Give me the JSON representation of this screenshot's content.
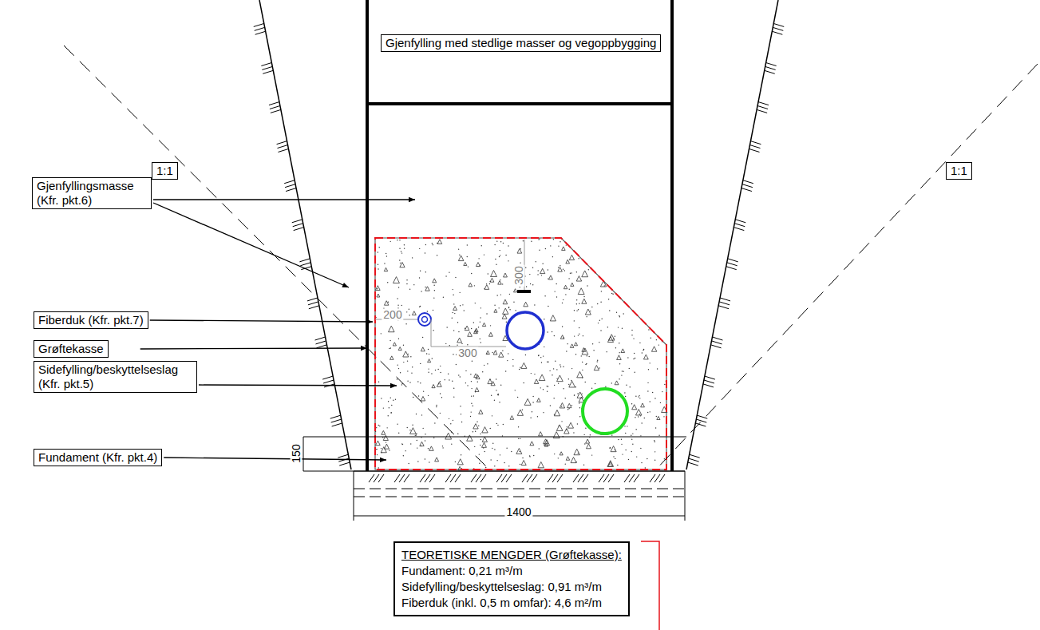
{
  "diagram": {
    "nodes": [
      {
        "text": [
          "Gjenfylling med stedlige masser og vegoppbygging"
        ]
      },
      {
        "text": [
          "1:1"
        ]
      },
      {
        "text": [
          "1:1"
        ]
      },
      {
        "text": [
          "Gjenfyllingsmasse (Kfr. pkt.6)"
        ]
      },
      {
        "text": [
          "Fiberduk (Kfr. pkt.7)"
        ]
      },
      {
        "text": [
          "Grøftekasse"
        ]
      },
      {
        "text": [
          "Sidefylling/beskyttelseslag (Kfr. pkt.5)"
        ]
      },
      {
        "text": [
          "Fundament (Kfr. pkt.4)"
        ]
      },
      {
        "text": [
          "TEORETISKE MENGDER (Grøftekasse):",
          "Fundament: 0,21 m³/m",
          "Sidefylling/beskyttelseslag: 0,91 m³/m",
          "Fiberduk (inkl. 0,5 m omfar): 4,6 m²/m"
        ]
      }
    ],
    "labels": [
      "200",
      "300",
      "300",
      "150",
      "1400"
    ]
  }
}
